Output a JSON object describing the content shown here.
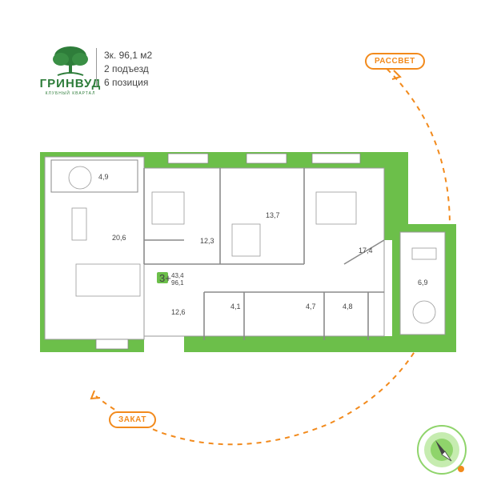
{
  "brand": {
    "name": "ГРИНВУД",
    "subtitle": "КЛУБНЫЙ КВАРТАЛ",
    "logo_icon": "tree-icon"
  },
  "info": {
    "line1": "3к. 96,1 м2",
    "line2": "2 подъезд",
    "line3": "6 позиция"
  },
  "directions": {
    "sunrise": "РАССВЕТ",
    "sunset": "ЗАКАТ"
  },
  "rooms": {
    "balcony_top": "4,9",
    "living": "20,6",
    "bedroom_left": "12,3",
    "bedroom_mid": "13,7",
    "bedroom_right": "17,4",
    "balcony_right": "6,9",
    "hall": "12,6",
    "bath1": "4,1",
    "bath2": "4,7",
    "storage": "4,8"
  },
  "flat_badge": {
    "rooms": "3+",
    "living_area": "43,4",
    "total_area": "96,1"
  },
  "colors": {
    "wall": "#6cbf4a",
    "accent": "#f28a1c",
    "floor": "#ffffff",
    "compass": "#8fd46b"
  },
  "compass_icon": "compass-icon"
}
